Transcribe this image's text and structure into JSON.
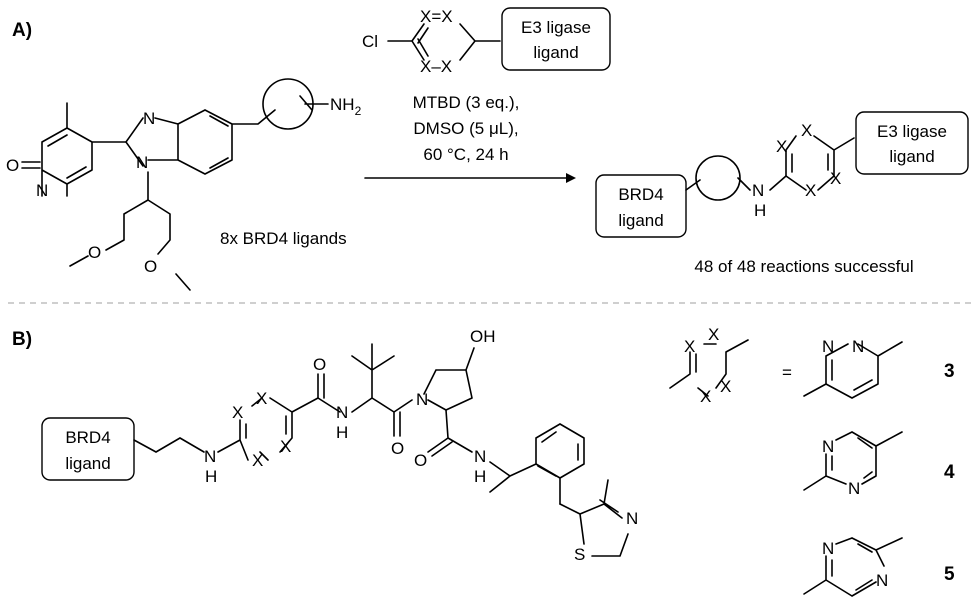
{
  "panels": {
    "a": {
      "label": "A)",
      "reagent": {
        "cl": "Cl",
        "x_top": "X=X",
        "x_bottom": "X–X",
        "box_line1": "E3 ligase",
        "box_line2": "ligand"
      },
      "starting_material": {
        "nh2": "NH",
        "nh2_sub": "2",
        "caption": "8x BRD4 ligands"
      },
      "conditions": [
        "MTBD (3 eq.),",
        "DMSO (5 μL),",
        "60 °C, 24 h"
      ],
      "product": {
        "brd4_line1": "BRD4",
        "brd4_line2": "ligand",
        "e3_line1": "E3 ligase",
        "e3_line2": "ligand",
        "caption": "48 of 48 reactions successful"
      }
    },
    "b": {
      "label": "B)",
      "brd4_line1": "BRD4",
      "brd4_line2": "ligand",
      "oh": "OH",
      "compounds": [
        {
          "number": "3",
          "sign": "="
        },
        {
          "number": "4"
        },
        {
          "number": "5"
        }
      ]
    }
  }
}
